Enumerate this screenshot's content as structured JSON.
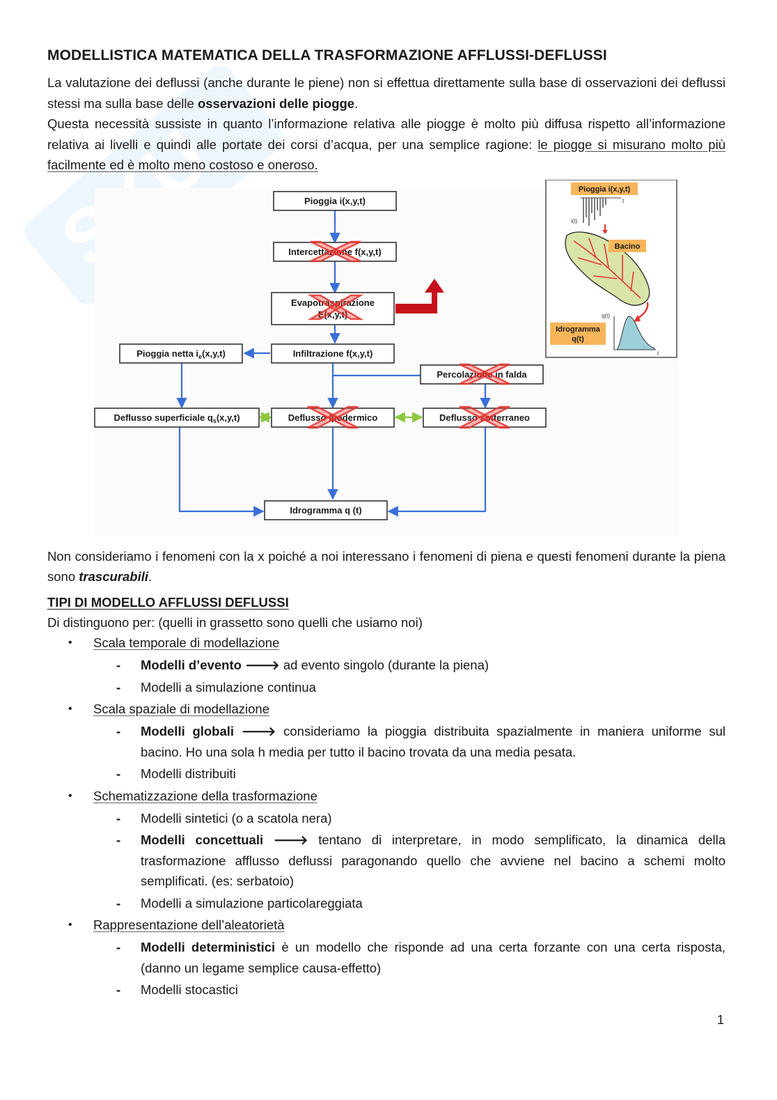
{
  "title": "MODELLISTICA MATEMATICA DELLA TRASFORMAZIONE AFFLUSSI-DEFLUSSI",
  "intro": {
    "p1_a": "La valutazione dei deflussi (anche durante le piene) non si effettua direttamente sulla base di osservazioni dei deflussi stessi ma sulla base delle ",
    "p1_bold": "osservazioni delle piogge",
    "p1_end": ".",
    "p2_a": "Questa necessità sussiste in quanto l’informazione relativa alle piogge è molto più diffusa rispetto all’informazione relativa ai livelli e quindi alle portate dei corsi d’acqua, per una semplice ragione: ",
    "p2_underline": "le piogge si misurano molto più facilmente ed è molto meno costoso e oneroso."
  },
  "diagram": {
    "boxes": {
      "pioggia": "Pioggia i(x,y,t)",
      "intercettazione": "Intercettazione f(x,y,t)",
      "evapo_1": "Evapotraspirazione",
      "evapo_2": "E(x,y,t)",
      "infiltrazione": "Infiltrazione f(x,y,t)",
      "pioggia_netta_a": "Pioggia netta i",
      "pioggia_netta_sub": "e",
      "pioggia_netta_b": "(x,y,t)",
      "percolazione": "Percolazione in falda",
      "superficiale_a": "Deflusso superficiale q",
      "superficiale_sub": "s",
      "superficiale_b": "(x,y,t)",
      "ipodermico": "Deflusso ipodermico",
      "sotterraneo": "Deflusso sotterraneo",
      "idrogramma": "Idrogramma q (t)"
    },
    "inset": {
      "pioggia": "Pioggia i(x,y,t)",
      "bacino": "Bacino",
      "idrogramma_1": "Idrogramma",
      "idrogramma_2": "q(t)",
      "axis_t": "t",
      "axis_it": "i(t)",
      "axis_qt": "q(t)"
    }
  },
  "after_diagram": {
    "text_a": "Non consideriamo i fenomeni con la x poiché a noi interessano i fenomeni di piena e questi fenomeni durante la piena sono ",
    "text_bold_italic": "trascurabili",
    "text_end": "."
  },
  "section": {
    "title": "TIPI DI MODELLO AFFLUSSI DEFLUSSI",
    "subtitle": "Di distinguono per: (quelli in grassetto sono quelli che usiamo noi)",
    "bullet_glyph": "•",
    "dash_glyph": "-",
    "categories": [
      {
        "label": "Scala temporale di modellazione",
        "items": [
          {
            "bold": "Modelli d’evento",
            "arrow": "🡒",
            "text": "ad evento singolo (durante la piena)"
          },
          {
            "bold": "",
            "arrow": "",
            "text": "Modelli a simulazione continua"
          }
        ]
      },
      {
        "label": "Scala spaziale di modellazione",
        "items": [
          {
            "bold": "Modelli globali",
            "arrow": "🡒",
            "text": "consideriamo la pioggia distribuita spazialmente in maniera uniforme sul bacino. Ho una sola h media per tutto il bacino trovata da una media pesata."
          },
          {
            "bold": "",
            "arrow": "",
            "text": "Modelli distribuiti"
          }
        ]
      },
      {
        "label": "Schematizzazione della trasformazione",
        "items": [
          {
            "bold": "",
            "arrow": "",
            "text": "Modelli sintetici (o a scatola nera)"
          },
          {
            "bold": "Modelli concettuali",
            "arrow": "🡒",
            "text": "tentano di interpretare, in modo semplificato, la dinamica della trasformazione afflusso deflussi paragonando quello che avviene nel bacino a schemi molto semplificati. (es: serbatoio)"
          },
          {
            "bold": "",
            "arrow": "",
            "text": "Modelli a simulazione particolareggiata"
          }
        ]
      },
      {
        "label": "Rappresentazione dell’aleatorietà",
        "items": [
          {
            "bold": "Modelli deterministici",
            "arrow": "",
            "text": "è un modello che risponde ad una certa forzante con una certa risposta, (danno un legame semplice causa-effetto)"
          },
          {
            "bold": "",
            "arrow": "",
            "text": "Modelli stocastici"
          }
        ]
      }
    ]
  },
  "page_number": "1",
  "colors": {
    "arrow_blue": "#3a6fd8",
    "arrow_green": "#8dc63f",
    "cross_red": "#e8332e",
    "evap_arrow_red": "#c8101b",
    "inset_label_bg": "#f7b55a"
  }
}
